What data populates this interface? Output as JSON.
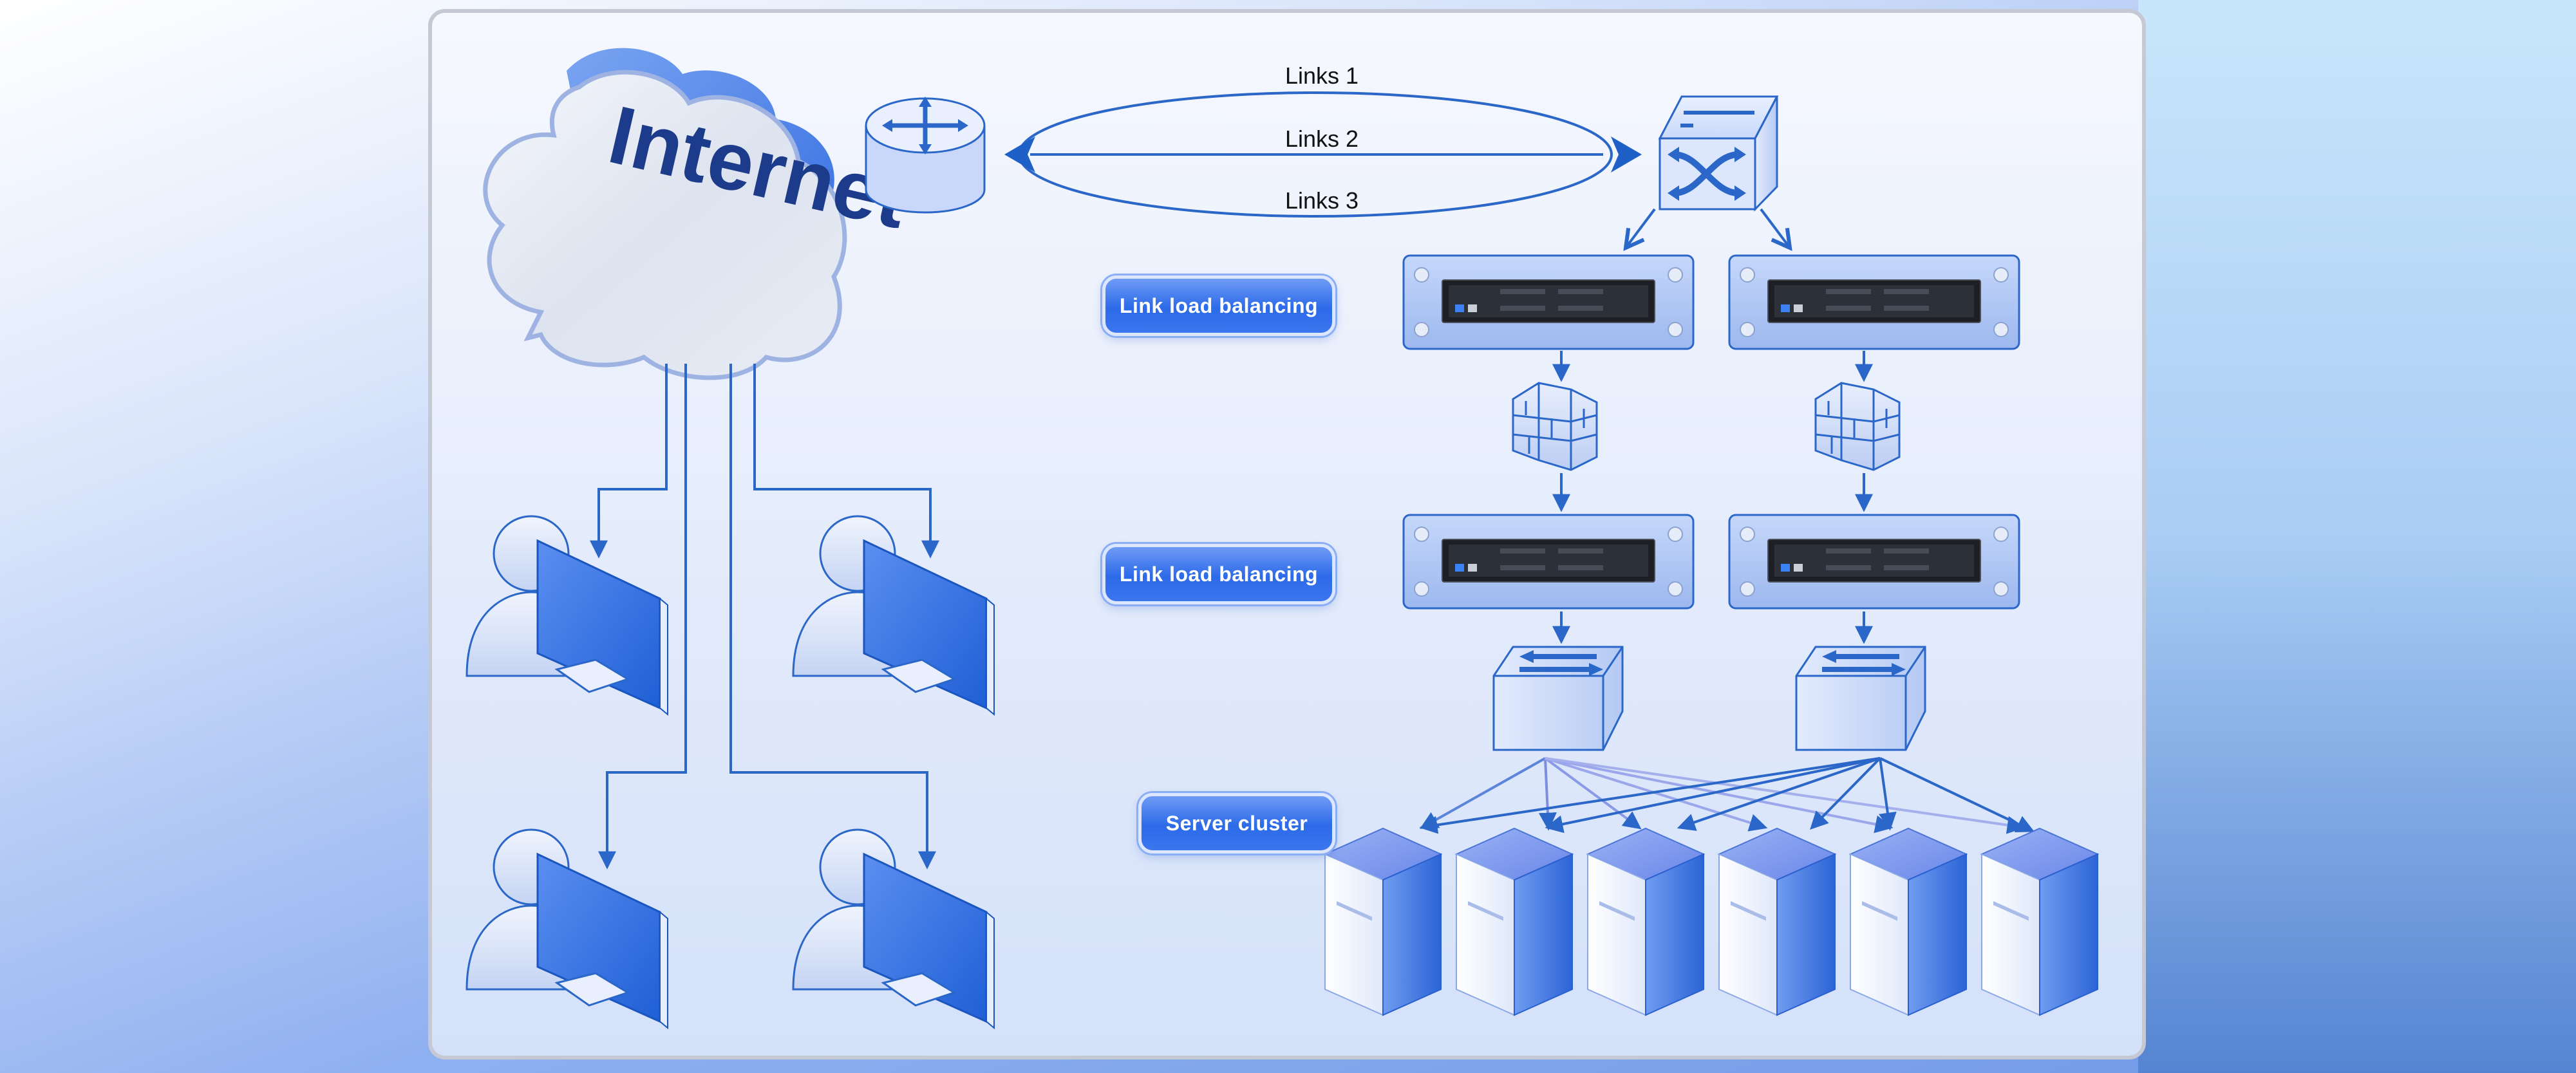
{
  "internet": {
    "label": "Internet"
  },
  "links": [
    "Links 1",
    "Links 2",
    "Links 3"
  ],
  "labels": {
    "lb_top": "Link load balancing",
    "lb_bottom": "Link load balancing",
    "server_cluster": "Server cluster"
  },
  "colors": {
    "accent": "#1f5fc8",
    "line": "#2a67c9",
    "pill": "#2c6ae8",
    "text_dark": "#1c3b8a"
  },
  "icons": [
    "router-icon",
    "core-switch-icon",
    "load-balancer-icon",
    "firewall-icon",
    "switch-icon",
    "server-icon",
    "user-computer-icon"
  ]
}
